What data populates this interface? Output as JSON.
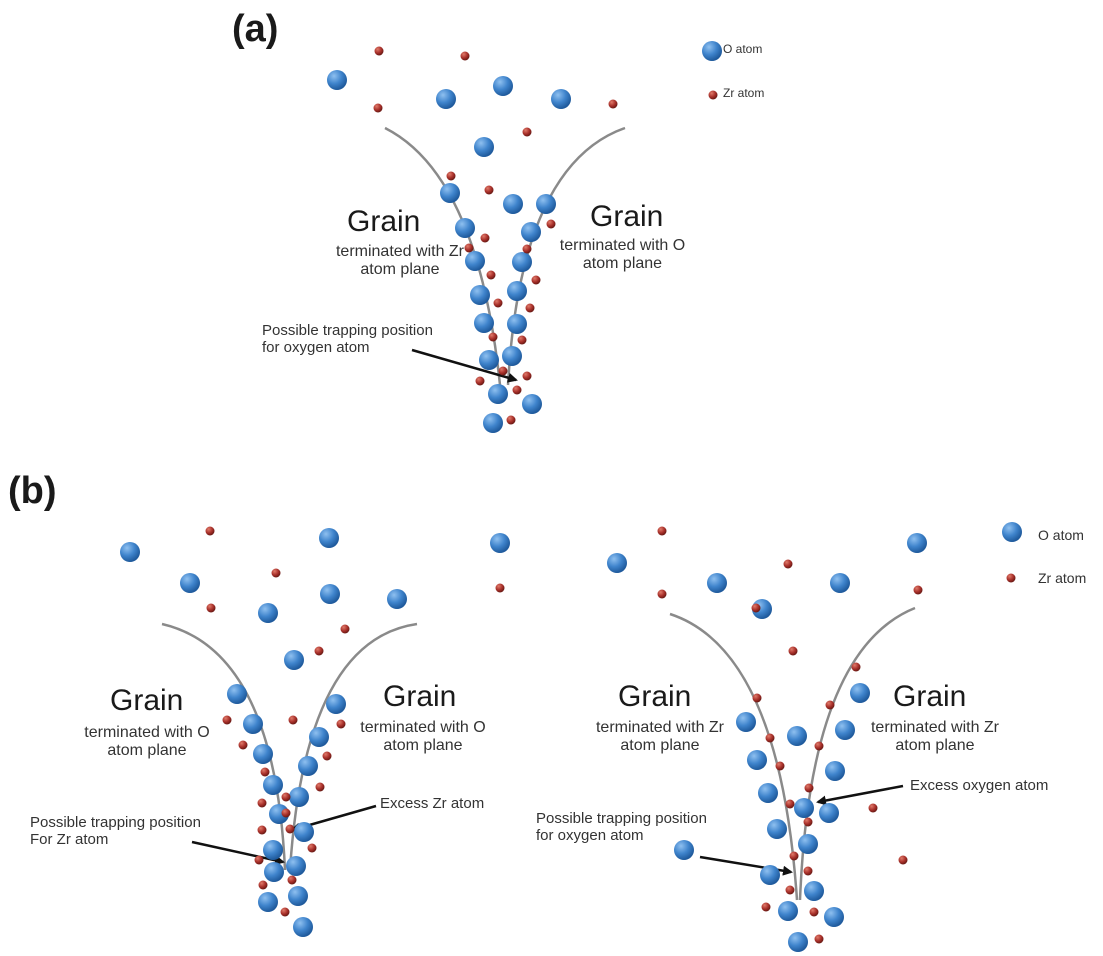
{
  "colors": {
    "o_atom": "#3f84cc",
    "zr_atom": "#a8302a",
    "boundary": "#8a8a8a",
    "arrow": "#111111"
  },
  "panel_a": {
    "label": "(a)",
    "legend": {
      "o": "O atom",
      "zr": "Zr atom"
    },
    "left_grain": {
      "title": "Grain",
      "line1": "terminated with Zr",
      "line2": "atom plane"
    },
    "right_grain": {
      "title": "Grain",
      "line1": "terminated with O",
      "line2": "atom plane"
    },
    "trap_note": {
      "line1": "Possible trapping position",
      "line2": "for oxygen atom"
    }
  },
  "panel_b": {
    "label": "(b)",
    "legend": {
      "o": "O atom",
      "zr": "Zr atom"
    },
    "left": {
      "left_grain": {
        "title": "Grain",
        "line1": "terminated with O",
        "line2": "atom plane"
      },
      "right_grain": {
        "title": "Grain",
        "line1": "terminated with O",
        "line2": "atom plane"
      },
      "excess_note": "Excess Zr atom",
      "trap_note": {
        "line1": "Possible trapping position",
        "line2": "For Zr atom"
      }
    },
    "right": {
      "left_grain": {
        "title": "Grain",
        "line1": "terminated with Zr",
        "line2": "atom plane"
      },
      "right_grain": {
        "title": "Grain",
        "line1": "terminated with Zr",
        "line2": "atom plane"
      },
      "excess_note": "Excess oxygen atom",
      "trap_note": {
        "line1": "Possible trapping position",
        "line2": "for oxygen atom"
      }
    }
  }
}
